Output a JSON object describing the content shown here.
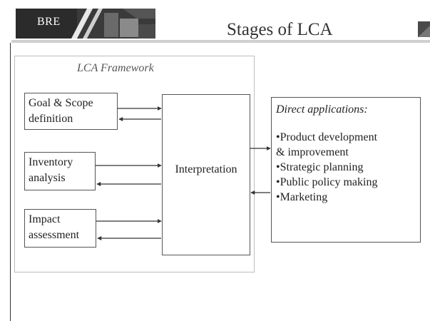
{
  "header": {
    "logo_text": "BRE",
    "title": "Stages of LCA"
  },
  "framework": {
    "label": "LCA Framework",
    "stages": [
      {
        "line1": "Goal & Scope",
        "line2": "definition"
      },
      {
        "line1": "Inventory",
        "line2": "analysis"
      },
      {
        "line1": "Impact",
        "line2": "assessment"
      }
    ],
    "interpretation": "Interpretation"
  },
  "applications": {
    "title": "Direct applications",
    "title_suffix": ":",
    "items": [
      "•Product development",
      "& improvement",
      "•Strategic planning",
      "•Public policy making",
      "•Marketing"
    ]
  },
  "colors": {
    "logo_bg": "#3a3a3a",
    "line": "#555555",
    "frame_border": "#bdbdbd"
  }
}
